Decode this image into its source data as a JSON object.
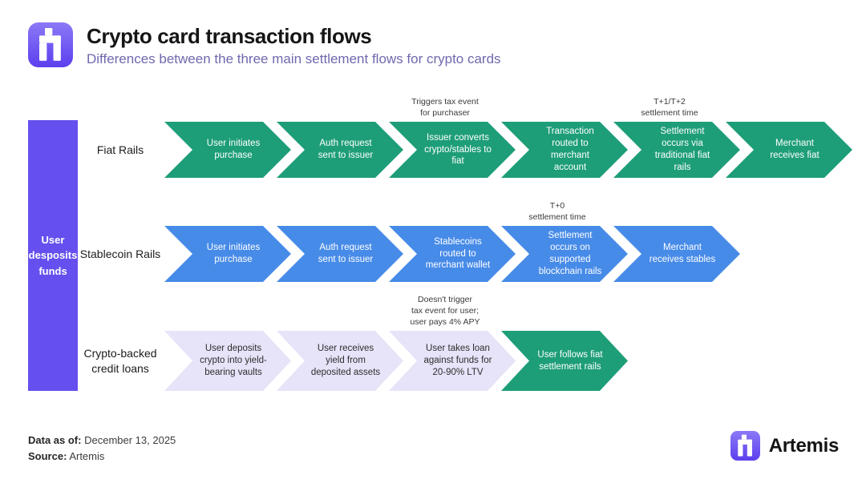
{
  "header": {
    "title": "Crypto card transaction flows",
    "subtitle": "Differences between the three main settlement flows for crypto cards"
  },
  "deposit_bar": {
    "label": "User desposits funds"
  },
  "colors": {
    "green": {
      "fill": "#1E9E78",
      "text": "#FFFFFF"
    },
    "blue": {
      "fill": "#478BE8",
      "text": "#FFFFFF"
    },
    "lavender": {
      "fill": "#E7E3F8",
      "text": "#2E2E2E"
    },
    "purple_bar": "#6550EF",
    "accent_purple": "#6E69AE"
  },
  "rows": [
    {
      "label": "Fiat Rails",
      "steps": [
        {
          "text": "User initiates purchase",
          "style": "green"
        },
        {
          "text": "Auth request sent to issuer",
          "style": "green"
        },
        {
          "text": "Issuer converts crypto/stables to fiat",
          "style": "green"
        },
        {
          "text": "Transaction routed to merchant account",
          "style": "green"
        },
        {
          "text": "Settlement occurs via traditional fiat rails",
          "style": "green"
        },
        {
          "text": "Merchant receives fiat",
          "style": "green"
        }
      ],
      "annotations": [
        {
          "lines": [
            "Triggers tax event",
            "for purchaser"
          ],
          "step_index": 2
        },
        {
          "lines": [
            "T+1/T+2",
            "settlement time"
          ],
          "step_index": 4
        }
      ]
    },
    {
      "label": "Stablecoin Rails",
      "steps": [
        {
          "text": "User initiates purchase",
          "style": "blue"
        },
        {
          "text": "Auth request sent to issuer",
          "style": "blue"
        },
        {
          "text": "Stablecoins routed to merchant wallet",
          "style": "blue"
        },
        {
          "text": "Settlement occurs on supported blockchain rails",
          "style": "blue"
        },
        {
          "text": "Merchant receives stables",
          "style": "blue"
        }
      ],
      "annotations": [
        {
          "lines": [
            "T+0",
            "settlement time"
          ],
          "step_index": 3
        }
      ]
    },
    {
      "label": "Crypto-backed credit loans",
      "steps": [
        {
          "text": "User deposits crypto into yield-bearing vaults",
          "style": "lavender"
        },
        {
          "text": "User receives yield from deposited assets",
          "style": "lavender"
        },
        {
          "text": "User takes loan against funds for 20-90% LTV",
          "style": "lavender"
        },
        {
          "text": "User follows fiat settlement rails",
          "style": "green"
        }
      ],
      "annotations": [
        {
          "lines": [
            "Doesn't trigger",
            "tax event for user;",
            "user pays 4% APY"
          ],
          "step_index": 2
        }
      ]
    }
  ],
  "footer": {
    "data_as_of_label": "Data as of:",
    "data_as_of_value": "December 13, 2025",
    "source_label": "Source:",
    "source_value": "Artemis",
    "brand": "Artemis"
  }
}
